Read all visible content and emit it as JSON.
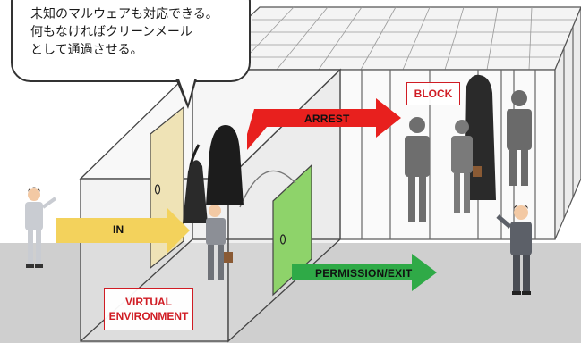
{
  "callout": {
    "lines": [
      "未知のマルウェアも対応できる。",
      "何もなければクリーンメール",
      "として通過させる。"
    ]
  },
  "labels": {
    "in": "IN",
    "arrest": "ARREST",
    "block": "BLOCK",
    "permission_exit": "PERMISSION/EXIT",
    "virtual_environment": [
      "VIRTUAL",
      "ENVIRONMENT"
    ]
  },
  "colors": {
    "in_arrow": "#f3d25c",
    "arrest_arrow": "#e8201e",
    "permission_arrow": "#2faa47",
    "label_red": "#d01c24",
    "floor": "#cfcfcf",
    "entry_door": "#efe3b6",
    "exit_door": "#8ed36a"
  }
}
